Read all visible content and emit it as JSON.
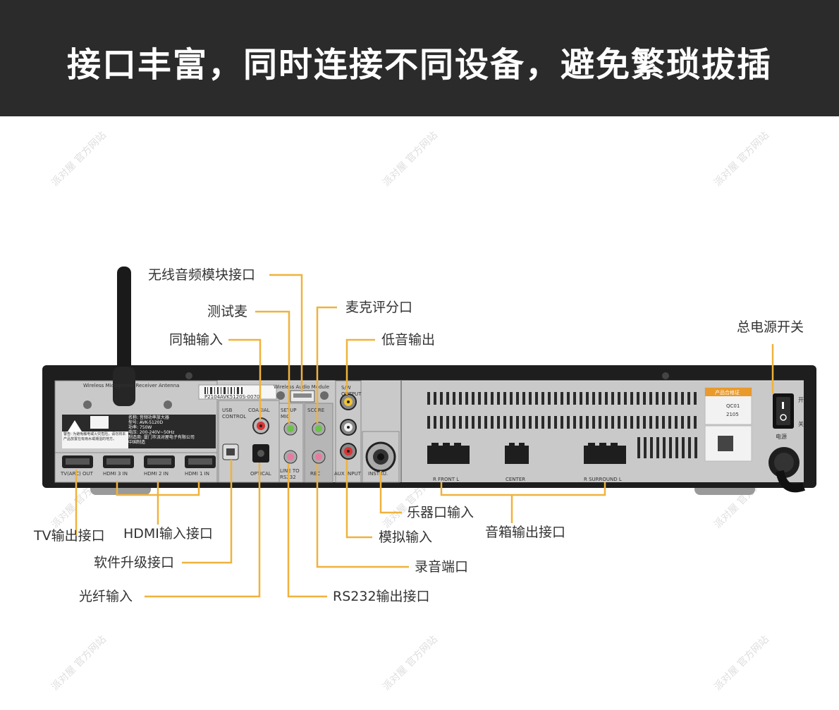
{
  "banner": {
    "title": "接口丰富，同时连接不同设备，避免繁琐拔插"
  },
  "callouts": {
    "wireless_module": "无线音频模块接口",
    "test_mic": "测试麦",
    "mic_score": "麦克评分口",
    "coaxial_in": "同轴输入",
    "bass_out": "低音输出",
    "power_switch": "总电源开关",
    "tv_out": "TV输出接口",
    "hdmi_in": "HDMI输入接口",
    "software_upgrade": "软件升级接口",
    "optical_in": "光纤输入",
    "instrument_in": "乐器口输入",
    "speaker_out": "音箱输出接口",
    "analog_in": "模拟输入",
    "record_port": "录音端口",
    "rs232_out": "RS232输出接口"
  },
  "panel_labels": {
    "antenna": "Wireless Microphone Receiver Antenna",
    "wireless_module": "Wireless Audio Module",
    "serial": "P2104AVK5120S-0070",
    "usb": "USB CONTROL",
    "coaxial": "COAXIAL",
    "setup_mic": "SETUP MIC",
    "score": "SCORE",
    "sw_output": "S/W OUTPUT",
    "optical": "OPTICAL",
    "line_to_rs232": "LINE TO RS232",
    "rec": "REC",
    "aux_input": "AUX INPUT",
    "instru": "INSTRU.",
    "tv_arc_out": "TV(ARC) OUT",
    "hdmi3": "HDMI 3 IN",
    "hdmi2": "HDMI 2 IN",
    "hdmi1": "HDMI 1 IN",
    "front": "R FRONT L",
    "center": "CENTER",
    "surround": "R SURROUND L",
    "switch_on": "开",
    "switch_off": "关",
    "power": "电源",
    "cert_title": "产品合格证",
    "cert_code": "QC01",
    "cert_date": "2105",
    "nameplate_1": "名称: 音频功率放大器",
    "nameplate_2": "型号: AVK-5120D",
    "nameplate_3": "功率: 750W",
    "nameplate_4": "电压: 200-240V~50Hz",
    "nameplate_5": "制造商: 厦门市派对屋电子有限公司",
    "nameplate_6": "中国制造",
    "warning_text": "警告: 为避免触电或火灾危险，请勿将本产品放置在有雨水或潮湿的地方。"
  },
  "watermark": "派对屋 官方网站",
  "colors": {
    "banner_bg": "#2b2b2b",
    "banner_text": "#ffffff",
    "leader_line": "#f0b23c",
    "callout_text": "#333333",
    "panel_silver": "#c9c9c9",
    "chassis": "#1e1e1e"
  }
}
